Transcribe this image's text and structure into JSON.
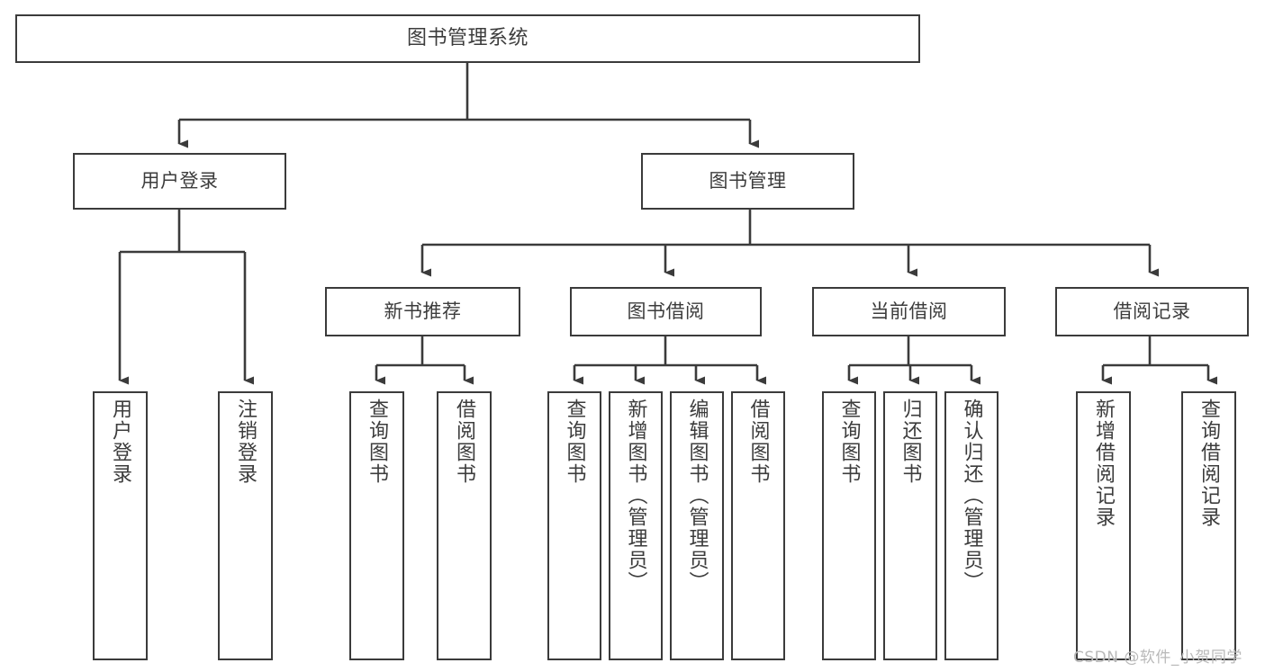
{
  "diagram": {
    "title": "图书管理系统",
    "type": "tree-hierarchy-functional-structure",
    "watermark": "CSDN @软件_小贺同学",
    "colors": {
      "box_border": "#3b3b3b",
      "box_fill": "#ffffff",
      "edge": "#3b3b3b",
      "text": "#3c3c3c",
      "background": "#ffffff",
      "watermark": "#b9b9b9"
    },
    "nodes": {
      "root": {
        "label": "图书管理系统"
      },
      "level1": [
        {
          "id": "user-login",
          "label": "用户登录"
        },
        {
          "id": "book-management",
          "label": "图书管理"
        }
      ],
      "level2": [
        {
          "id": "new-book-recommend",
          "label": "新书推荐"
        },
        {
          "id": "book-borrow",
          "label": "图书借阅"
        },
        {
          "id": "current-borrow",
          "label": "当前借阅"
        },
        {
          "id": "borrow-record",
          "label": "借阅记录"
        }
      ],
      "leaves": {
        "user_login": [
          {
            "id": "leaf-user-login",
            "label": "用户登录"
          },
          {
            "id": "leaf-logout-login",
            "label": "注销登录"
          }
        ],
        "new_book_recommend": [
          {
            "id": "leaf-query-book-1",
            "label": "查询图书"
          },
          {
            "id": "leaf-borrow-book-1",
            "label": "借阅图书"
          }
        ],
        "book_borrow": [
          {
            "id": "leaf-query-book-2",
            "label": "查询图书"
          },
          {
            "id": "leaf-add-book-admin",
            "label": "新增图书（管理员）"
          },
          {
            "id": "leaf-edit-book-admin",
            "label": "编辑图书（管理员）"
          },
          {
            "id": "leaf-borrow-book-2",
            "label": "借阅图书"
          }
        ],
        "current_borrow": [
          {
            "id": "leaf-query-book-3",
            "label": "查询图书"
          },
          {
            "id": "leaf-return-book",
            "label": "归还图书"
          },
          {
            "id": "leaf-confirm-return-admin",
            "label": "确认归还（管理员）"
          }
        ],
        "borrow_record": [
          {
            "id": "leaf-add-borrow-record",
            "label": "新增借阅记录"
          },
          {
            "id": "leaf-query-borrow-record",
            "label": "查询借阅记录"
          }
        ]
      }
    }
  }
}
